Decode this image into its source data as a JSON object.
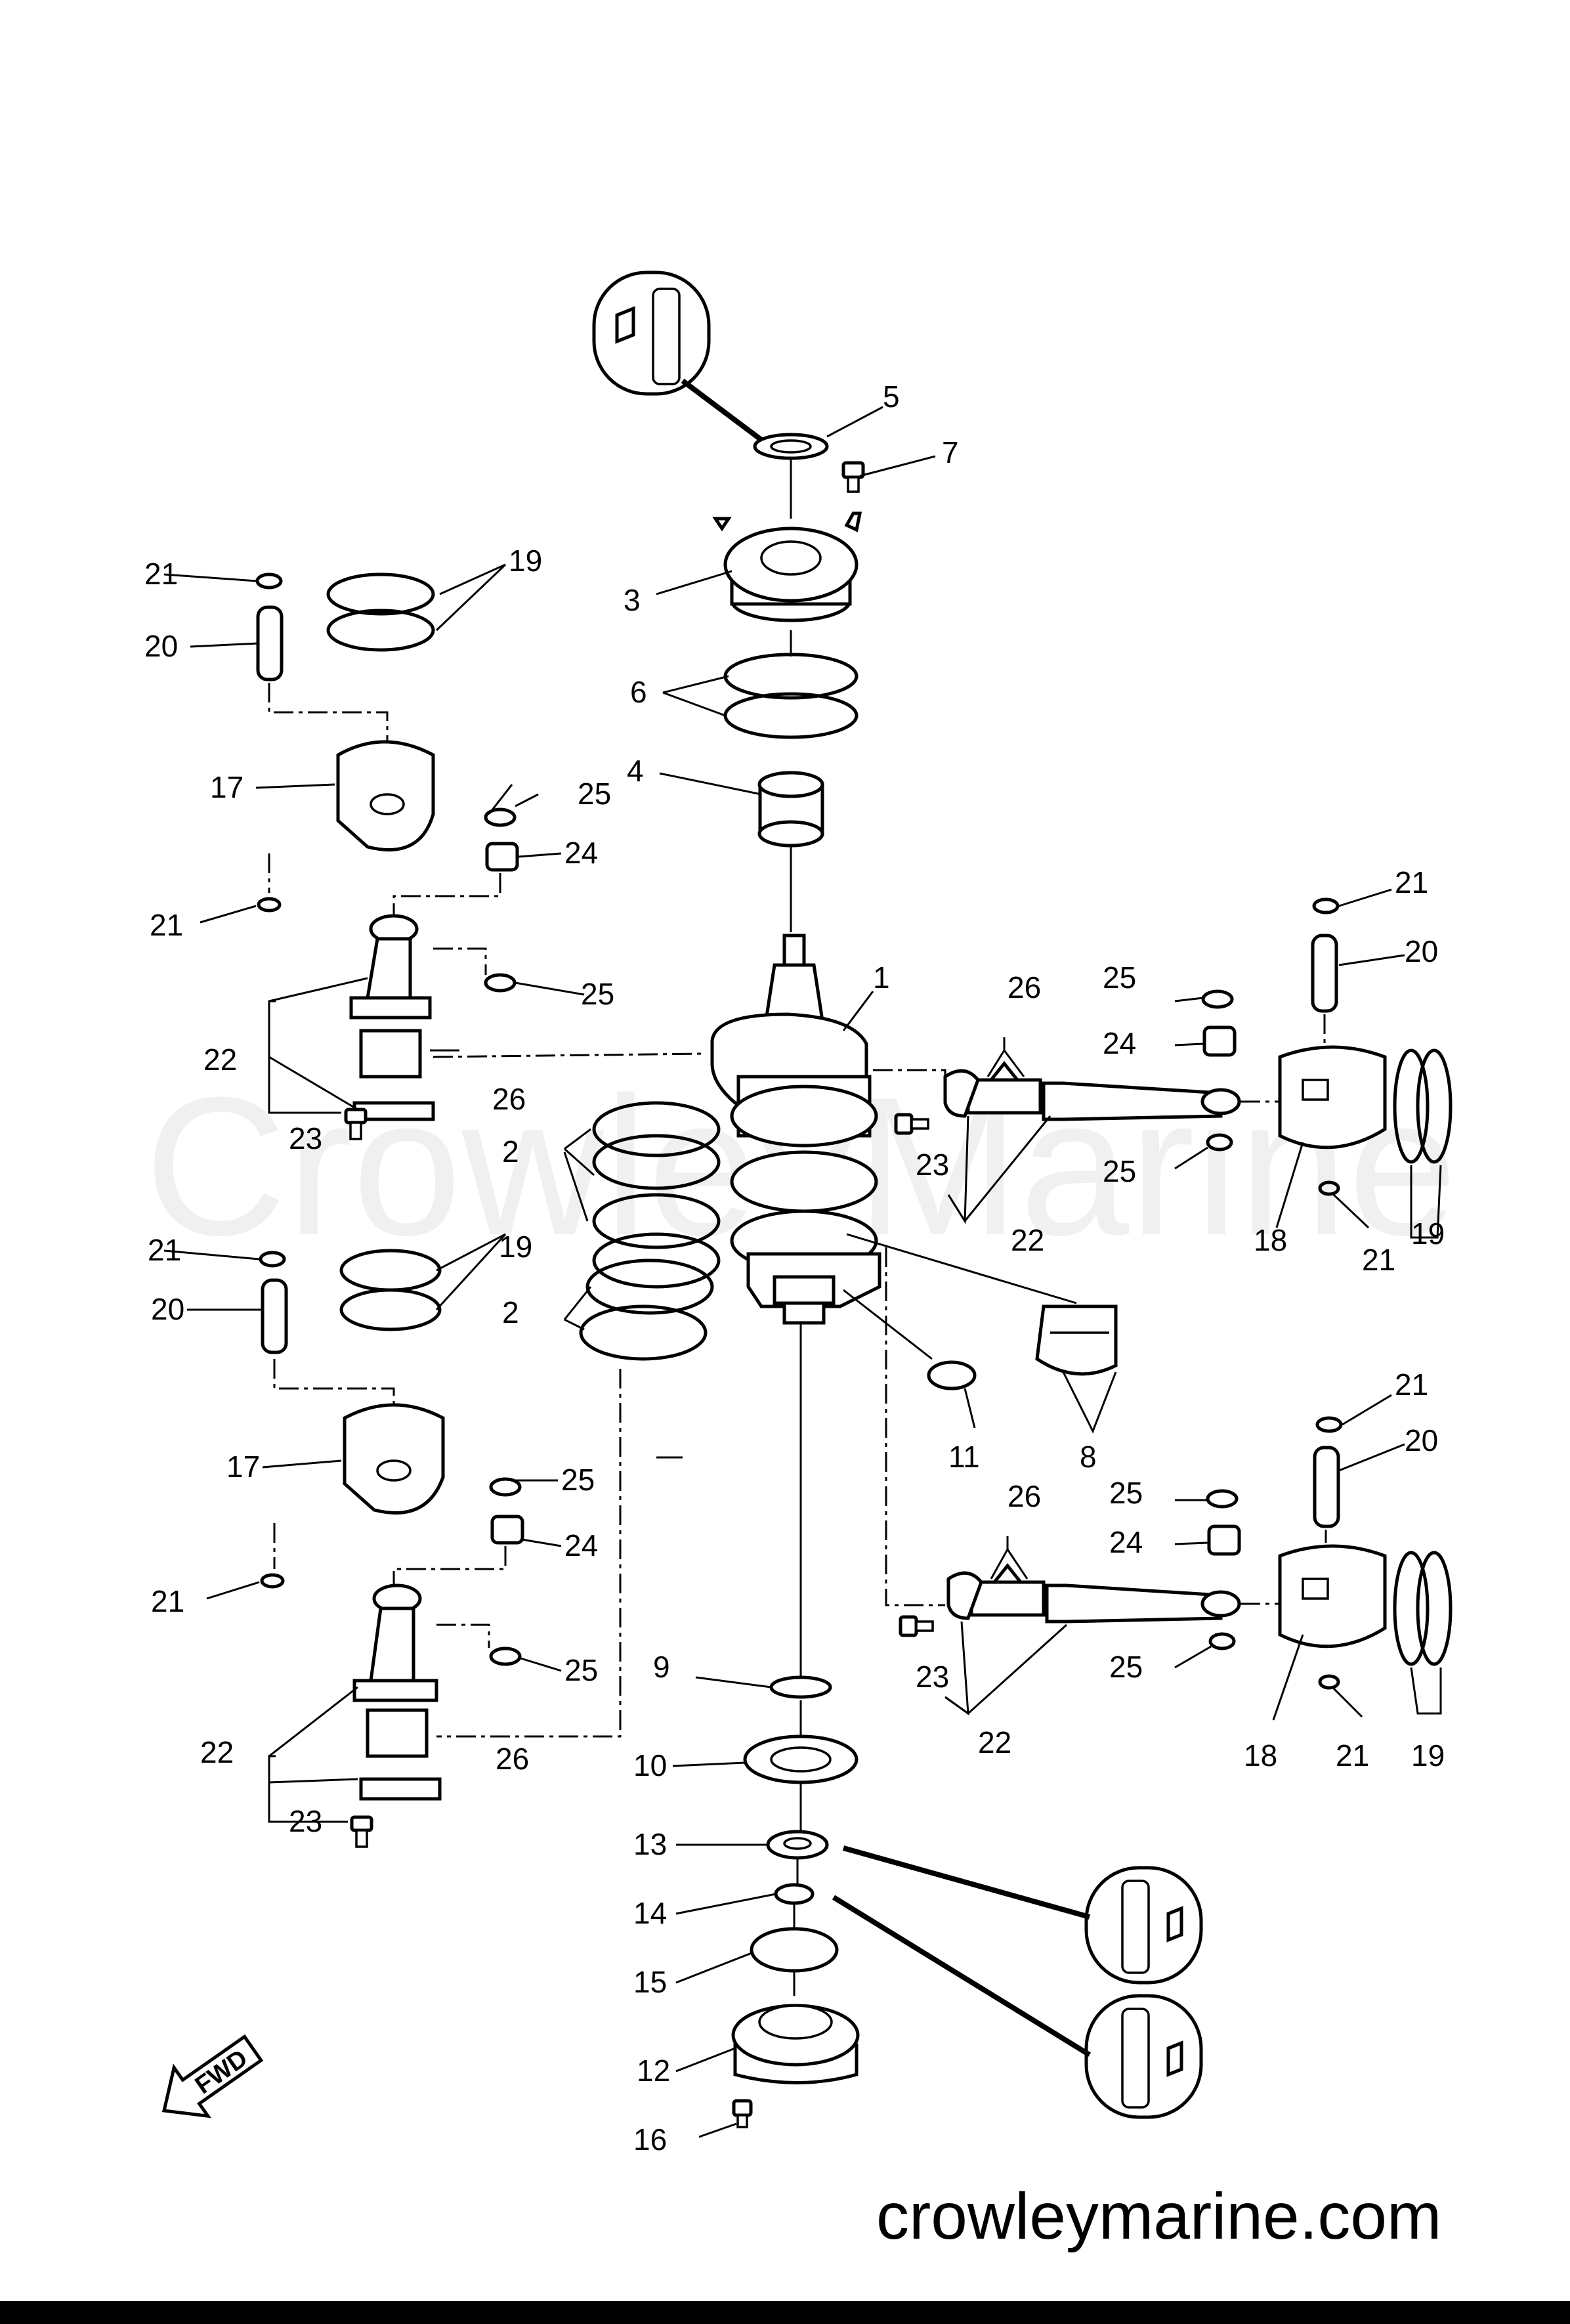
{
  "watermark": "CrowleyMarine",
  "footer_brand": "crowleymarine.com",
  "fwd_label": "FWD",
  "callouts": {
    "c1": "1",
    "c2a": "2",
    "c2b": "2",
    "c3": "3",
    "c4": "4",
    "c5": "5",
    "c6": "6",
    "c7": "7",
    "c8": "8",
    "c9": "9",
    "c10": "10",
    "c11": "11",
    "c12": "12",
    "c13": "13",
    "c14": "14",
    "c15": "15",
    "c16": "16",
    "c17a": "17",
    "c17b": "17",
    "c18a": "18",
    "c18b": "18",
    "c19a": "19",
    "c19b": "19",
    "c19c": "19",
    "c19d": "19",
    "c20a": "20",
    "c20b": "20",
    "c20c": "20",
    "c20d": "20",
    "c21a": "21",
    "c21b": "21",
    "c21c": "21",
    "c21d": "21",
    "c21e": "21",
    "c21f": "21",
    "c21g": "21",
    "c21h": "21",
    "c22a": "22",
    "c22b": "22",
    "c22c": "22",
    "c22d": "22",
    "c23a": "23",
    "c23b": "23",
    "c23c": "23",
    "c23d": "23",
    "c24a": "24",
    "c24b": "24",
    "c24c": "24",
    "c24d": "24",
    "c25a": "25",
    "c25b": "25",
    "c25c": "25",
    "c25d": "25",
    "c25e": "25",
    "c25f": "25",
    "c25g": "25",
    "c25h": "25",
    "c26a": "26",
    "c26b": "26",
    "c26c": "26",
    "c26d": "26"
  },
  "icons": [
    "grease-apply-icon",
    "fwd-arrow-icon"
  ]
}
